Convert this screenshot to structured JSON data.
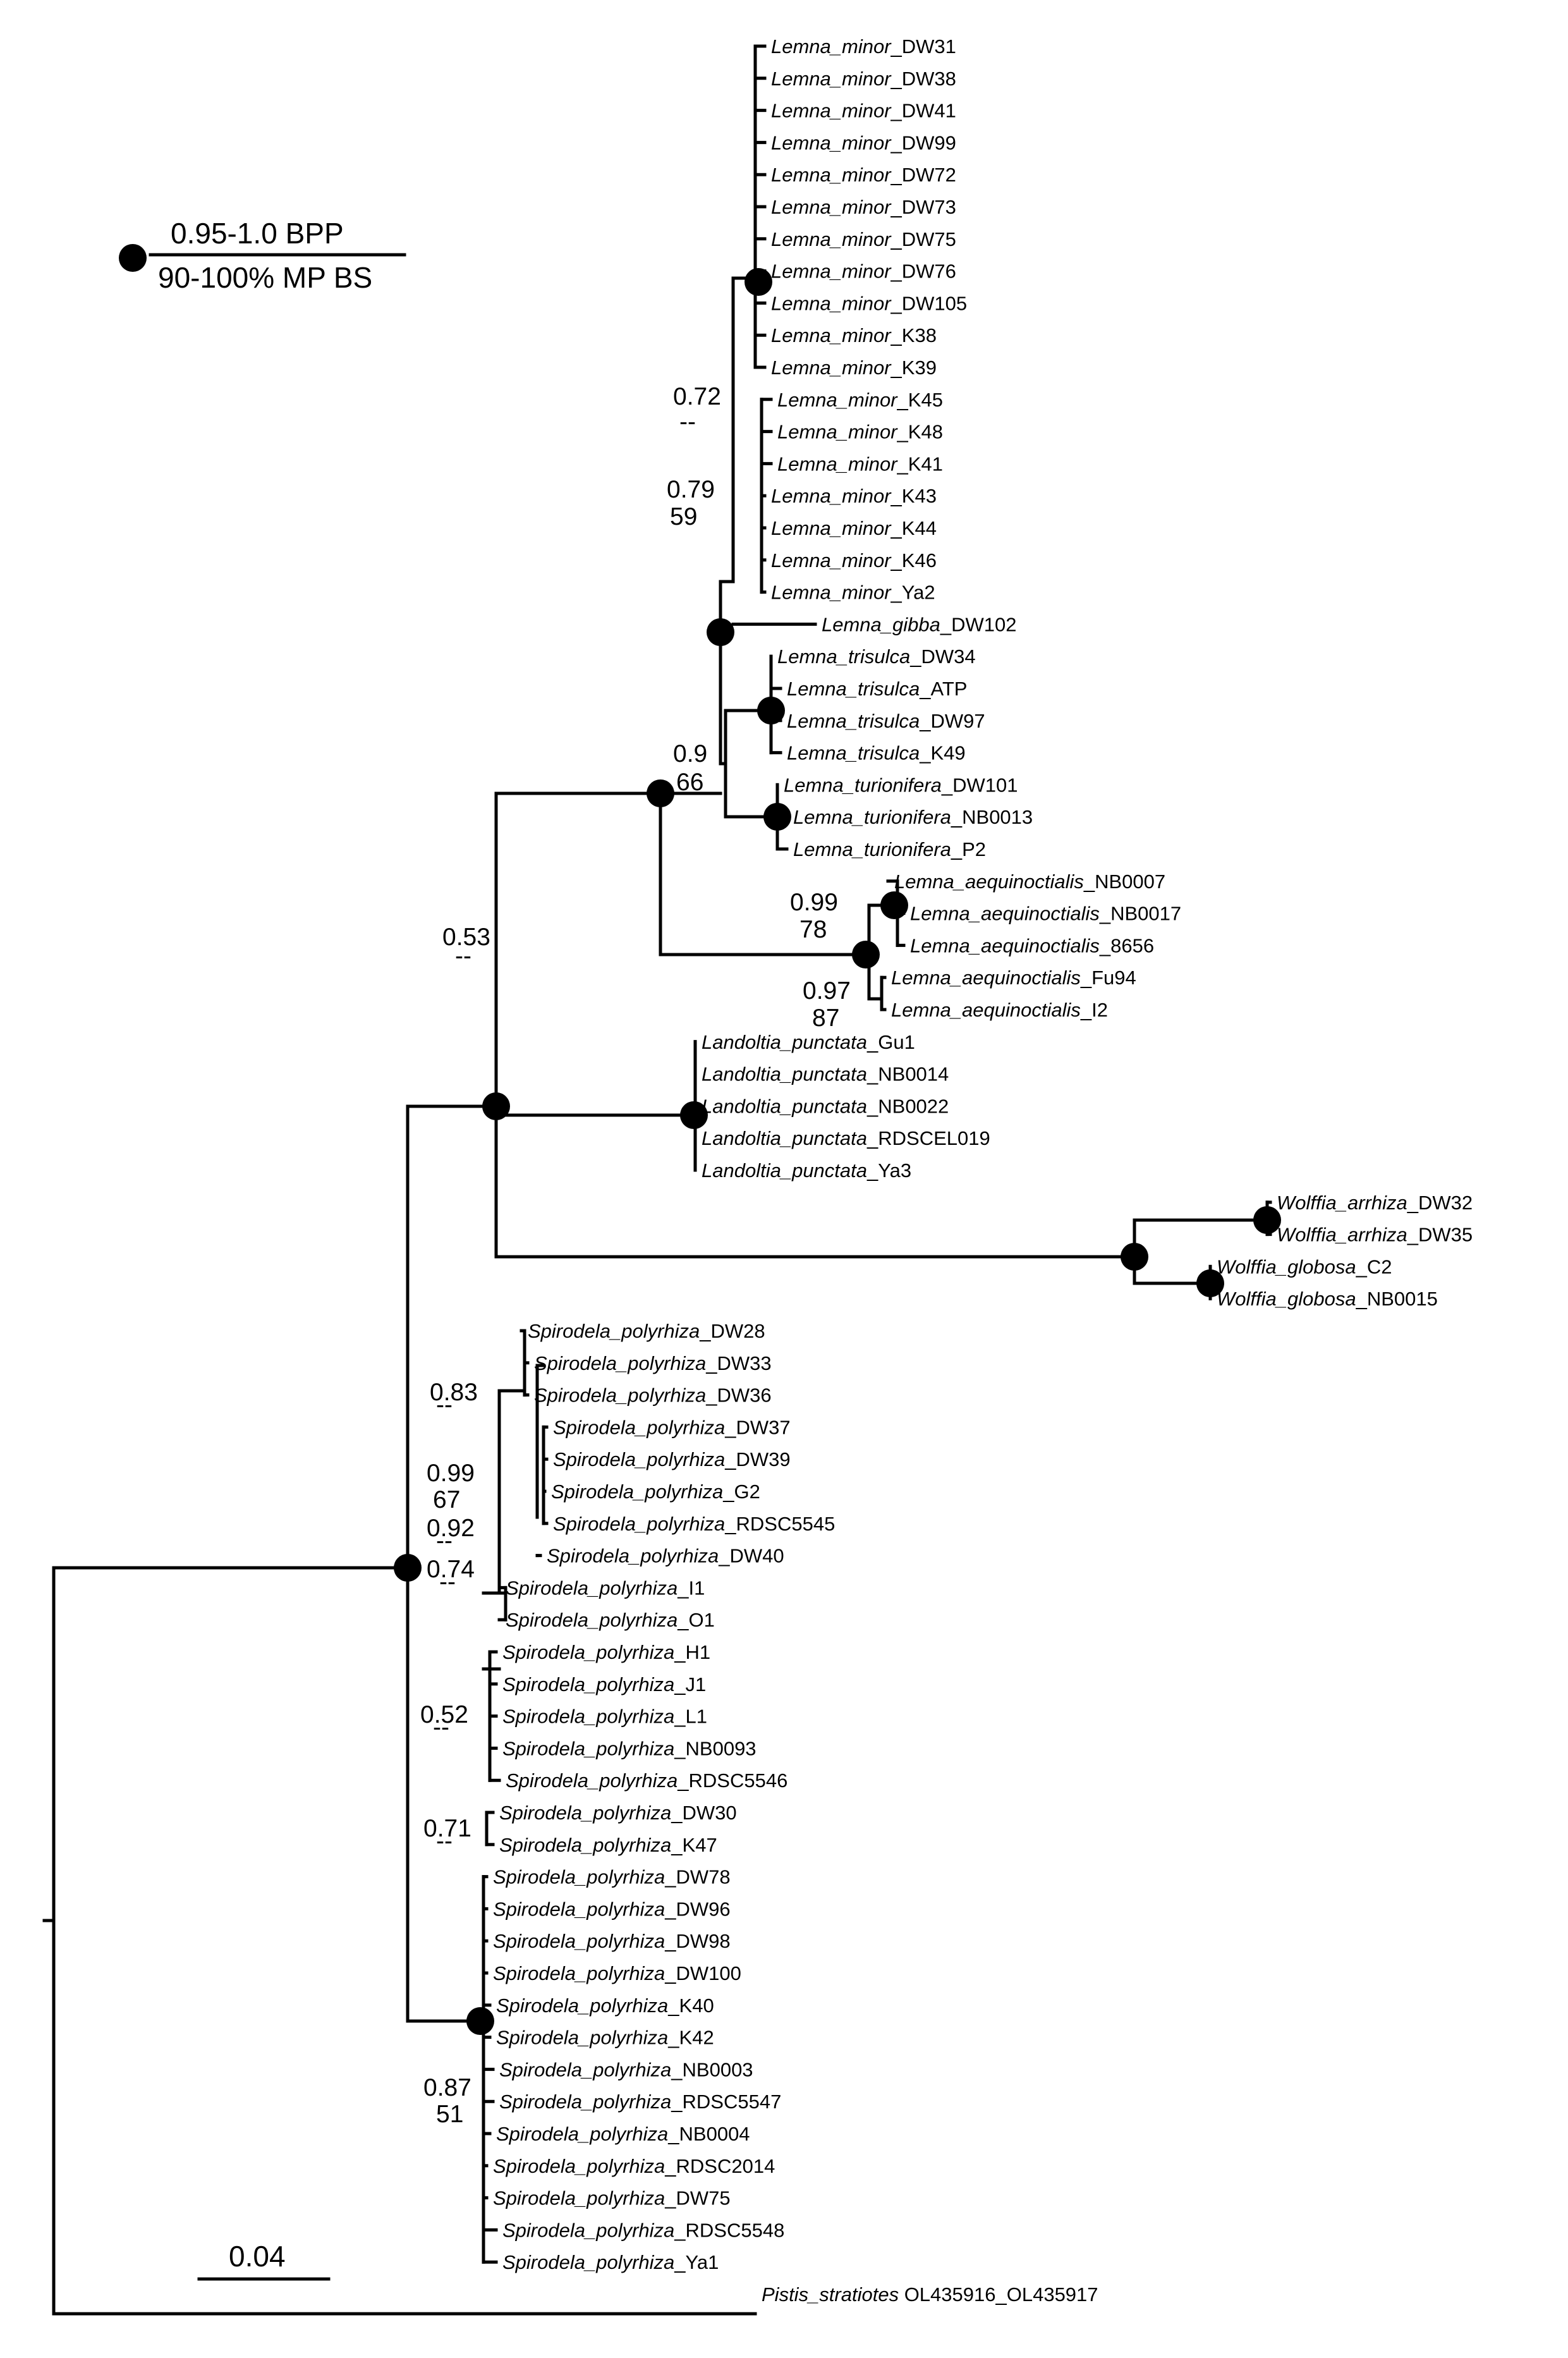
{
  "legend": {
    "bpp_text": "0.95-1.0 BPP",
    "bs_text": "90-100% MP BS"
  },
  "scale_bar": {
    "label": "0.04"
  },
  "support_labels": [
    {
      "id": "s_lm_bpp",
      "text": "0.72"
    },
    {
      "id": "s_lm_bs",
      "text": "--"
    },
    {
      "id": "s_lmg_bpp",
      "text": "0.79"
    },
    {
      "id": "s_lmg_bs",
      "text": "59"
    },
    {
      "id": "s_lem_bpp",
      "text": "0.9"
    },
    {
      "id": "s_lem_bs",
      "text": "66"
    },
    {
      "id": "s_ae_bpp",
      "text": "0.99"
    },
    {
      "id": "s_ae_bs",
      "text": "78"
    },
    {
      "id": "s_ae2_bpp",
      "text": "0.97"
    },
    {
      "id": "s_ae2_bs",
      "text": "87"
    },
    {
      "id": "s_ll_bpp",
      "text": "0.53"
    },
    {
      "id": "s_ll_bs",
      "text": "--"
    },
    {
      "id": "s_sp1_bpp",
      "text": "0.83"
    },
    {
      "id": "s_sp1_bs",
      "text": "--"
    },
    {
      "id": "s_sp2_bpp",
      "text": "0.99"
    },
    {
      "id": "s_sp2_bs",
      "text": "67"
    },
    {
      "id": "s_sp3_bpp",
      "text": "0.92"
    },
    {
      "id": "s_sp3_bs",
      "text": "--"
    },
    {
      "id": "s_sp4_bpp",
      "text": "0.74"
    },
    {
      "id": "s_sp4_bs",
      "text": "--"
    },
    {
      "id": "s_sp5_bpp",
      "text": "0.52"
    },
    {
      "id": "s_sp5_bs",
      "text": "--"
    },
    {
      "id": "s_sp6_bpp",
      "text": "0.71"
    },
    {
      "id": "s_sp6_bs",
      "text": "--"
    },
    {
      "id": "s_sp7_bpp",
      "text": "0.87"
    },
    {
      "id": "s_sp7_bs",
      "text": "51"
    }
  ],
  "taxa": [
    {
      "genus": "Lemna",
      "species": "minor",
      "strain": "DW31"
    },
    {
      "genus": "Lemna",
      "species": "minor",
      "strain": "DW38"
    },
    {
      "genus": "Lemna",
      "species": "minor",
      "strain": "DW41"
    },
    {
      "genus": "Lemna",
      "species": "minor",
      "strain": "DW99"
    },
    {
      "genus": "Lemna",
      "species": "minor",
      "strain": "DW72"
    },
    {
      "genus": "Lemna",
      "species": "minor",
      "strain": "DW73"
    },
    {
      "genus": "Lemna",
      "species": "minor",
      "strain": "DW75"
    },
    {
      "genus": "Lemna",
      "species": "minor",
      "strain": "DW76"
    },
    {
      "genus": "Lemna",
      "species": "minor",
      "strain": "DW105"
    },
    {
      "genus": "Lemna",
      "species": "minor",
      "strain": "K38"
    },
    {
      "genus": "Lemna",
      "species": "minor",
      "strain": "K39"
    },
    {
      "genus": "Lemna",
      "species": "minor",
      "strain": "K45"
    },
    {
      "genus": "Lemna",
      "species": "minor",
      "strain": "K48"
    },
    {
      "genus": "Lemna",
      "species": "minor",
      "strain": "K41"
    },
    {
      "genus": "Lemna",
      "species": "minor",
      "strain": "K43"
    },
    {
      "genus": "Lemna",
      "species": "minor",
      "strain": "K44"
    },
    {
      "genus": "Lemna",
      "species": "minor",
      "strain": "K46"
    },
    {
      "genus": "Lemna",
      "species": "minor",
      "strain": "Ya2"
    },
    {
      "genus": "Lemna",
      "species": "gibba",
      "strain": "DW102"
    },
    {
      "genus": "Lemna",
      "species": "trisulca",
      "strain": "DW34"
    },
    {
      "genus": "Lemna",
      "species": "trisulca",
      "strain": "ATP"
    },
    {
      "genus": "Lemna",
      "species": "trisulca",
      "strain": "DW97"
    },
    {
      "genus": "Lemna",
      "species": "trisulca",
      "strain": "K49"
    },
    {
      "genus": "Lemna",
      "species": "turionifera",
      "strain": "DW101"
    },
    {
      "genus": "Lemna",
      "species": "turionifera",
      "strain": "NB0013"
    },
    {
      "genus": "Lemna",
      "species": "turionifera",
      "strain": "P2"
    },
    {
      "genus": "Lemna",
      "species": "aequinoctialis",
      "strain": "NB0007"
    },
    {
      "genus": "Lemna",
      "species": "aequinoctialis",
      "strain": "NB0017"
    },
    {
      "genus": "Lemna",
      "species": "aequinoctialis",
      "strain": "8656"
    },
    {
      "genus": "Lemna",
      "species": "aequinoctialis",
      "strain": "Fu94"
    },
    {
      "genus": "Lemna",
      "species": "aequinoctialis",
      "strain": "I2"
    },
    {
      "genus": "Landoltia",
      "species": "punctata",
      "strain": "Gu1"
    },
    {
      "genus": "Landoltia",
      "species": "punctata",
      "strain": "NB0014"
    },
    {
      "genus": "Landoltia",
      "species": "punctata",
      "strain": "NB0022"
    },
    {
      "genus": "Landoltia",
      "species": "punctata",
      "strain": "RDSCEL019"
    },
    {
      "genus": "Landoltia",
      "species": "punctata",
      "strain": "Ya3"
    },
    {
      "genus": "Wolffia",
      "species": "arrhiza",
      "strain": "DW32"
    },
    {
      "genus": "Wolffia",
      "species": "arrhiza",
      "strain": "DW35"
    },
    {
      "genus": "Wolffia",
      "species": "globosa",
      "strain": "C2"
    },
    {
      "genus": "Wolffia",
      "species": "globosa",
      "strain": "NB0015"
    },
    {
      "genus": "Spirodela",
      "species": "polyrhiza",
      "strain": "DW28"
    },
    {
      "genus": "Spirodela",
      "species": "polyrhiza",
      "strain": "DW33"
    },
    {
      "genus": "Spirodela",
      "species": "polyrhiza",
      "strain": "DW36"
    },
    {
      "genus": "Spirodela",
      "species": "polyrhiza",
      "strain": "DW37"
    },
    {
      "genus": "Spirodela",
      "species": "polyrhiza",
      "strain": "DW39"
    },
    {
      "genus": "Spirodela",
      "species": "polyrhiza",
      "strain": "G2"
    },
    {
      "genus": "Spirodela",
      "species": "polyrhiza",
      "strain": "RDSC5545"
    },
    {
      "genus": "Spirodela",
      "species": "polyrhiza",
      "strain": "DW40"
    },
    {
      "genus": "Spirodela",
      "species": "polyrhiza",
      "strain": "I1"
    },
    {
      "genus": "Spirodela",
      "species": "polyrhiza",
      "strain": "O1"
    },
    {
      "genus": "Spirodela",
      "species": "polyrhiza",
      "strain": "H1"
    },
    {
      "genus": "Spirodela",
      "species": "polyrhiza",
      "strain": "J1"
    },
    {
      "genus": "Spirodela",
      "species": "polyrhiza",
      "strain": "L1"
    },
    {
      "genus": "Spirodela",
      "species": "polyrhiza",
      "strain": "NB0093"
    },
    {
      "genus": "Spirodela",
      "species": "polyrhiza",
      "strain": "RDSC5546"
    },
    {
      "genus": "Spirodela",
      "species": "polyrhiza",
      "strain": "DW30"
    },
    {
      "genus": "Spirodela",
      "species": "polyrhiza",
      "strain": "K47"
    },
    {
      "genus": "Spirodela",
      "species": "polyrhiza",
      "strain": "DW78"
    },
    {
      "genus": "Spirodela",
      "species": "polyrhiza",
      "strain": "DW96"
    },
    {
      "genus": "Spirodela",
      "species": "polyrhiza",
      "strain": "DW98"
    },
    {
      "genus": "Spirodela",
      "species": "polyrhiza",
      "strain": "DW100"
    },
    {
      "genus": "Spirodela",
      "species": "polyrhiza",
      "strain": "K40"
    },
    {
      "genus": "Spirodela",
      "species": "polyrhiza",
      "strain": "K42"
    },
    {
      "genus": "Spirodela",
      "species": "polyrhiza",
      "strain": "NB0003"
    },
    {
      "genus": "Spirodela",
      "species": "polyrhiza",
      "strain": "RDSC5547"
    },
    {
      "genus": "Spirodela",
      "species": "polyrhiza",
      "strain": "NB0004"
    },
    {
      "genus": "Spirodela",
      "species": "polyrhiza",
      "strain": "RDSC2014"
    },
    {
      "genus": "Spirodela",
      "species": "polyrhiza",
      "strain": "DW75"
    },
    {
      "genus": "Spirodela",
      "species": "polyrhiza",
      "strain": "RDSC5548"
    },
    {
      "genus": "Spirodela",
      "species": "polyrhiza",
      "strain": "Ya1"
    },
    {
      "genus": "Pistis",
      "species": "stratiotes",
      "strain": "OL435916_OL435917",
      "sep": " "
    }
  ]
}
